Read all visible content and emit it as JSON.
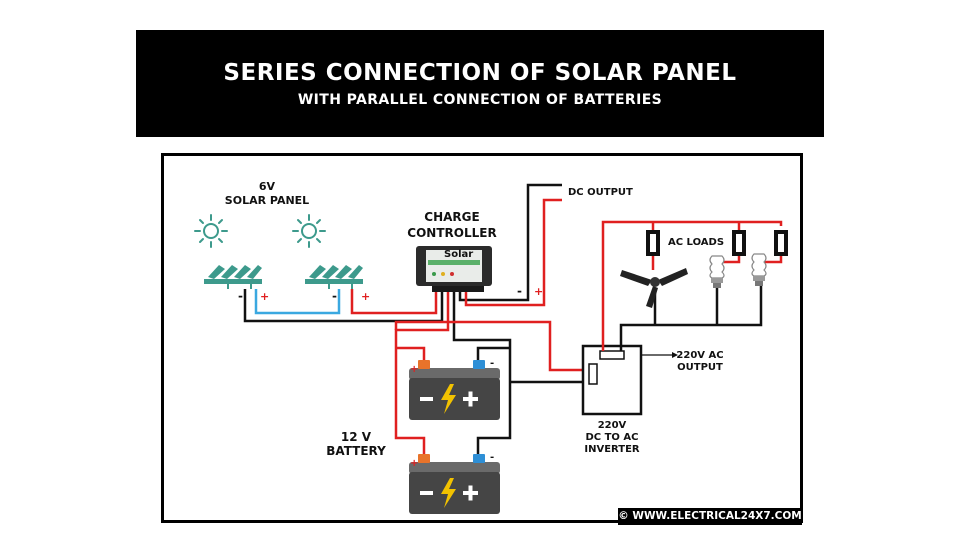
{
  "title": {
    "line1": "SERIES CONNECTION OF SOLAR PANEL",
    "line2": "WITH PARALLEL CONNECTION OF BATTERIES"
  },
  "labels": {
    "panel_voltage": "6V",
    "panel": "SOLAR PANEL",
    "controller_line1": "CHARGE",
    "controller_line2": "CONTROLLER",
    "controller_brand": "Solar",
    "dc_output": "DC OUTPUT",
    "ac_loads": "AC LOADS",
    "ac_output_line1": "220V AC",
    "ac_output_line2": "OUTPUT",
    "inverter_line1": "220V",
    "inverter_line2": "DC TO AC",
    "inverter_line3": "INVERTER",
    "battery_line1": "12 V",
    "battery_line2": "BATTERY"
  },
  "polarity": {
    "plus": "+",
    "minus": "-"
  },
  "copyright": "© WWW.ELECTRICAL24X7.COM",
  "colors": {
    "positive_wire": "#e02020",
    "negative_wire": "#111111",
    "series_link_wire": "#3aa8e0",
    "panel": "#3d9a8c",
    "sun": "#3d9a8c",
    "battery_body": "#4a4a4a",
    "battery_bolt": "#f2c200",
    "positive_terminal": "#e8732a",
    "negative_terminal": "#2e8fd6"
  },
  "icons": [
    "sun-icon",
    "solar-panel-icon",
    "battery-icon",
    "ceiling-fan-icon",
    "cfl-bulb-icon",
    "fuse-icon",
    "arrow-icon"
  ]
}
